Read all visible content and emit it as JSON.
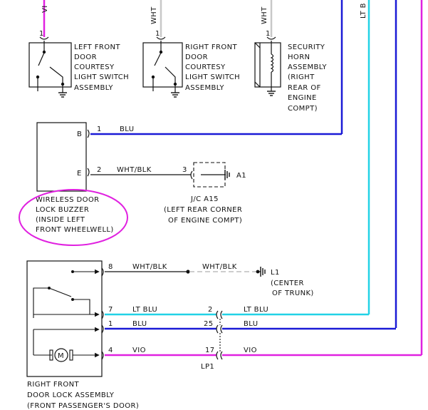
{
  "colors": {
    "violet": "#e021e0",
    "blue": "#1a1ad6",
    "light_blue": "#22d2e6",
    "white_wire": "#c8c8c8",
    "black": "#111111",
    "highlight": "#e021e0"
  },
  "top_wires": {
    "vio_fragment": "VI",
    "wht_1": "WHT",
    "wht_2": "WHT",
    "lt_blu_fragment": "LT B",
    "pin_left": "1",
    "pin_mid": "1",
    "pin_right": "1"
  },
  "left_switch": {
    "label": [
      "LEFT FRONT",
      "DOOR",
      "COURTESY",
      "LIGHT SWITCH",
      "ASSEMBLY"
    ]
  },
  "right_switch": {
    "label": [
      "RIGHT FRONT",
      "DOOR",
      "COURTESY",
      "LIGHT SWITCH",
      "ASSEMBLY"
    ]
  },
  "horn": {
    "label": [
      "SECURITY",
      "HORN",
      "ASSEMBLY",
      "(RIGHT",
      "REAR OF",
      "ENGINE",
      "COMPT)"
    ]
  },
  "buzzer": {
    "terminal_b": "B",
    "terminal_e": "E",
    "pin_b": "1",
    "wire_b": "BLU",
    "pin_e": "2",
    "wire_e": "WHT/BLK",
    "label": [
      "WIRELESS DOOR",
      "LOCK BUZZER",
      "(INSIDE LEFT",
      "FRONT WHEELWELL)"
    ]
  },
  "jc_a15": {
    "pin": "3",
    "ground": "A1",
    "label": [
      "J/C A15",
      "(LEFT REAR CORNER",
      "OF ENGINE COMPT)"
    ]
  },
  "door_lock": {
    "pin_8": "8",
    "wire_8": "WHT/BLK",
    "wire_8b": "WHT/BLK",
    "ground": "L1",
    "ground_label": [
      "(CENTER",
      "OF TRUNK)"
    ],
    "pin_7": "7",
    "wire_7": "LT BLU",
    "conn_7": "2",
    "wire_7b": "LT BLU",
    "pin_1": "1",
    "wire_1": "BLU",
    "conn_1": "25",
    "wire_1b": "BLU",
    "pin_4": "4",
    "wire_4": "VIO",
    "conn_4": "17",
    "wire_4b": "VIO",
    "connector": "LP1",
    "motor": "M",
    "label": [
      "RIGHT FRONT",
      "DOOR LOCK ASSEMBLY",
      "(FRONT PASSENGER'S DOOR)"
    ]
  }
}
